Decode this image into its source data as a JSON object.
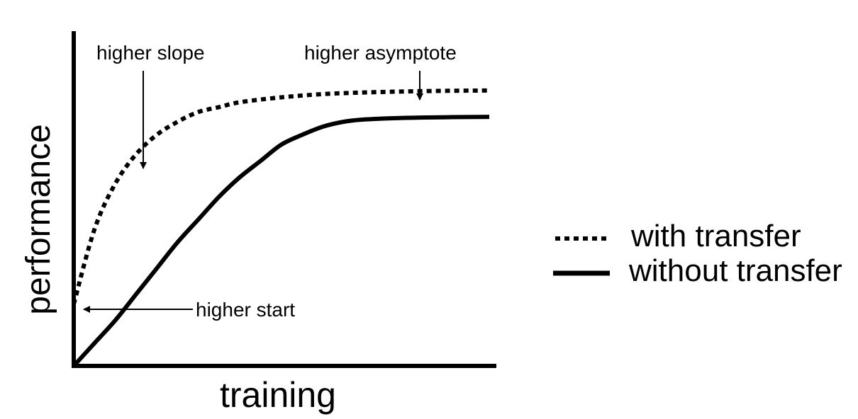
{
  "chart_data": {
    "type": "line",
    "title": "",
    "xlabel": "training",
    "ylabel": "performance",
    "xlim": [
      0,
      1
    ],
    "ylim": [
      0,
      1
    ],
    "grid": false,
    "legend_position": "right",
    "series": [
      {
        "name": "with transfer",
        "style": "dotted",
        "color": "#000000",
        "points": [
          [
            0.0,
            0.19
          ],
          [
            0.05,
            0.42
          ],
          [
            0.1,
            0.56
          ],
          [
            0.15,
            0.65
          ],
          [
            0.2,
            0.71
          ],
          [
            0.25,
            0.75
          ],
          [
            0.3,
            0.78
          ],
          [
            0.35,
            0.795
          ],
          [
            0.4,
            0.81
          ],
          [
            0.5,
            0.825
          ],
          [
            0.6,
            0.835
          ],
          [
            0.7,
            0.84
          ],
          [
            0.8,
            0.843
          ],
          [
            0.9,
            0.845
          ],
          [
            1.0,
            0.846
          ]
        ]
      },
      {
        "name": "without transfer",
        "style": "solid",
        "color": "#000000",
        "points": [
          [
            0.0,
            0.0
          ],
          [
            0.05,
            0.07
          ],
          [
            0.1,
            0.14
          ],
          [
            0.15,
            0.22
          ],
          [
            0.2,
            0.3
          ],
          [
            0.25,
            0.38
          ],
          [
            0.3,
            0.45
          ],
          [
            0.35,
            0.52
          ],
          [
            0.4,
            0.58
          ],
          [
            0.45,
            0.63
          ],
          [
            0.5,
            0.68
          ],
          [
            0.55,
            0.71
          ],
          [
            0.6,
            0.735
          ],
          [
            0.65,
            0.75
          ],
          [
            0.7,
            0.757
          ],
          [
            0.8,
            0.762
          ],
          [
            0.9,
            0.764
          ],
          [
            1.0,
            0.765
          ]
        ]
      }
    ],
    "annotations": [
      {
        "text": "higher slope",
        "target": [
          0.16,
          0.59
        ]
      },
      {
        "text": "higher asymptote",
        "target": [
          0.83,
          0.8
        ]
      },
      {
        "text": "higher start",
        "target": [
          0.02,
          0.17
        ]
      }
    ]
  }
}
